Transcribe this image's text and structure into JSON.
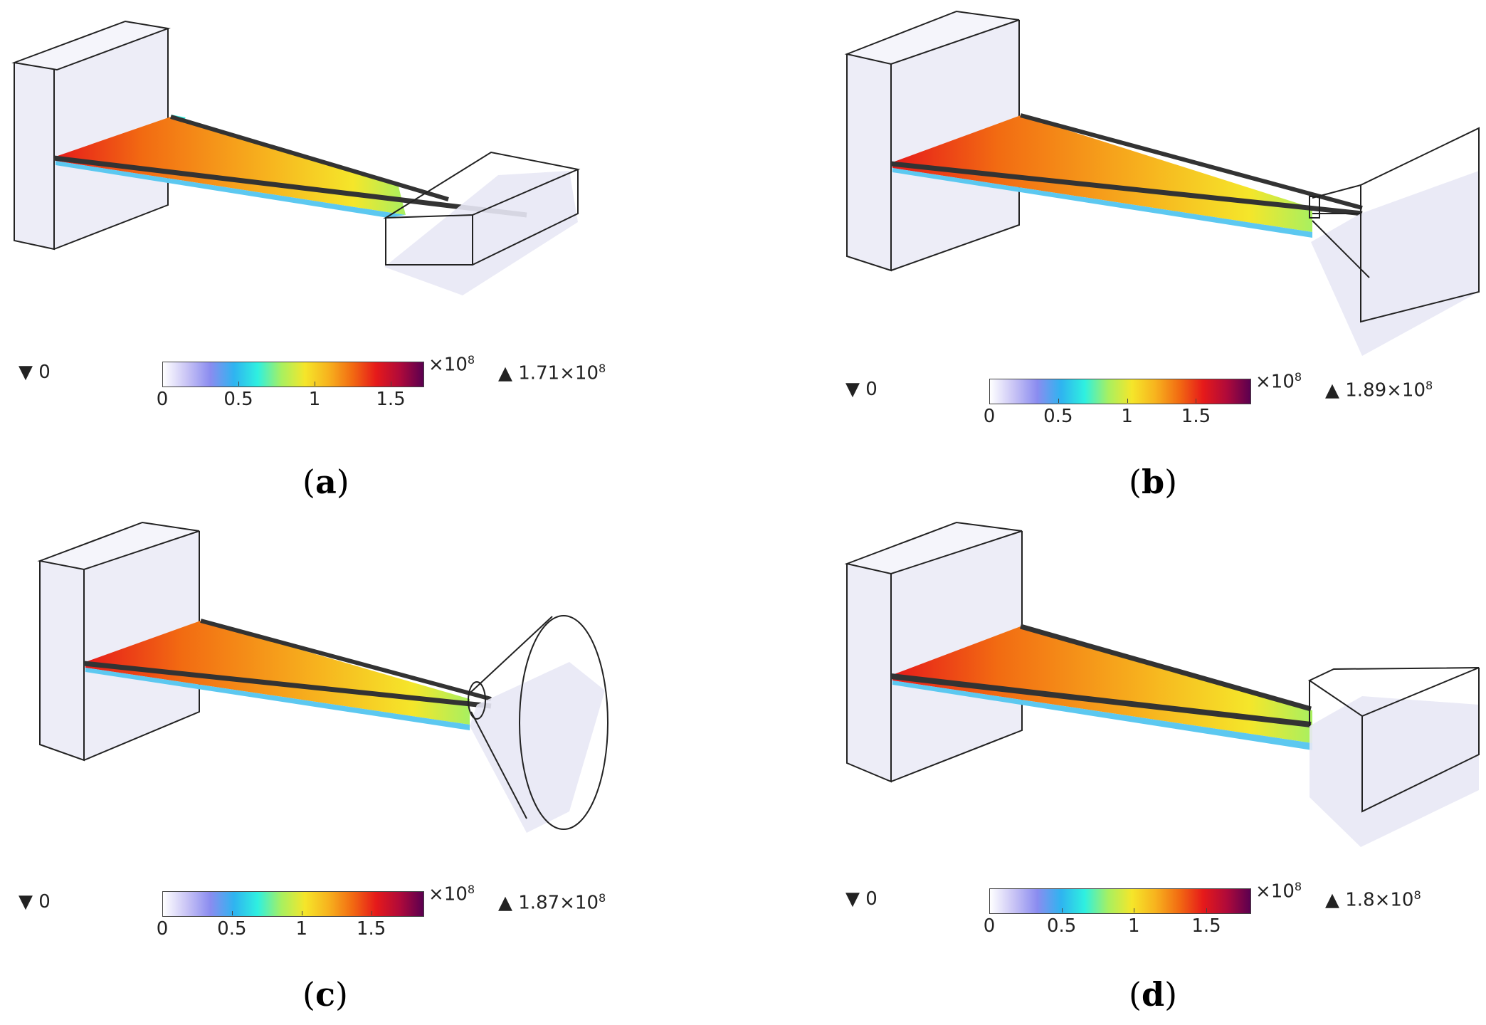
{
  "panels": [
    {
      "label": "a",
      "min_text": "▼ 0",
      "max_text": "▲ 1.71×10",
      "max_exp": "8",
      "multiplier": "×10",
      "multiplier_exp": "8",
      "ticks": [
        "0",
        "0.5",
        "1",
        "1.5"
      ],
      "tick_values": [
        0,
        0.5,
        1,
        1.5
      ],
      "range_max": 1.71,
      "tip_shape": "box"
    },
    {
      "label": "b",
      "min_text": "▼ 0",
      "max_text": "▲ 1.89×10",
      "max_exp": "8",
      "multiplier": "×10",
      "multiplier_exp": "8",
      "ticks": [
        "0",
        "0.5",
        "1",
        "1.5"
      ],
      "tick_values": [
        0,
        0.5,
        1,
        1.5
      ],
      "range_max": 1.89,
      "tip_shape": "square-funnel"
    },
    {
      "label": "c",
      "min_text": "▼ 0",
      "max_text": "▲ 1.87×10",
      "max_exp": "8",
      "multiplier": "×10",
      "multiplier_exp": "8",
      "ticks": [
        "0",
        "0.5",
        "1",
        "1.5"
      ],
      "tick_values": [
        0,
        0.5,
        1,
        1.5
      ],
      "range_max": 1.87,
      "tip_shape": "cone"
    },
    {
      "label": "d",
      "min_text": "▼ 0",
      "max_text": "▲ 1.8×10",
      "max_exp": "8",
      "multiplier": "×10",
      "multiplier_exp": "8",
      "ticks": [
        "0",
        "0.5",
        "1",
        "1.5"
      ],
      "tick_values": [
        0,
        0.5,
        1,
        1.5
      ],
      "range_max": 1.8,
      "tip_shape": "wedge"
    }
  ],
  "colormap": [
    "#ffffff",
    "#c9c4f5",
    "#8a8cf0",
    "#2fb4f0",
    "#2ff0e0",
    "#a8f060",
    "#f5e62a",
    "#f7b21e",
    "#f26b12",
    "#e61a1a",
    "#b00a3a",
    "#5a0050"
  ]
}
